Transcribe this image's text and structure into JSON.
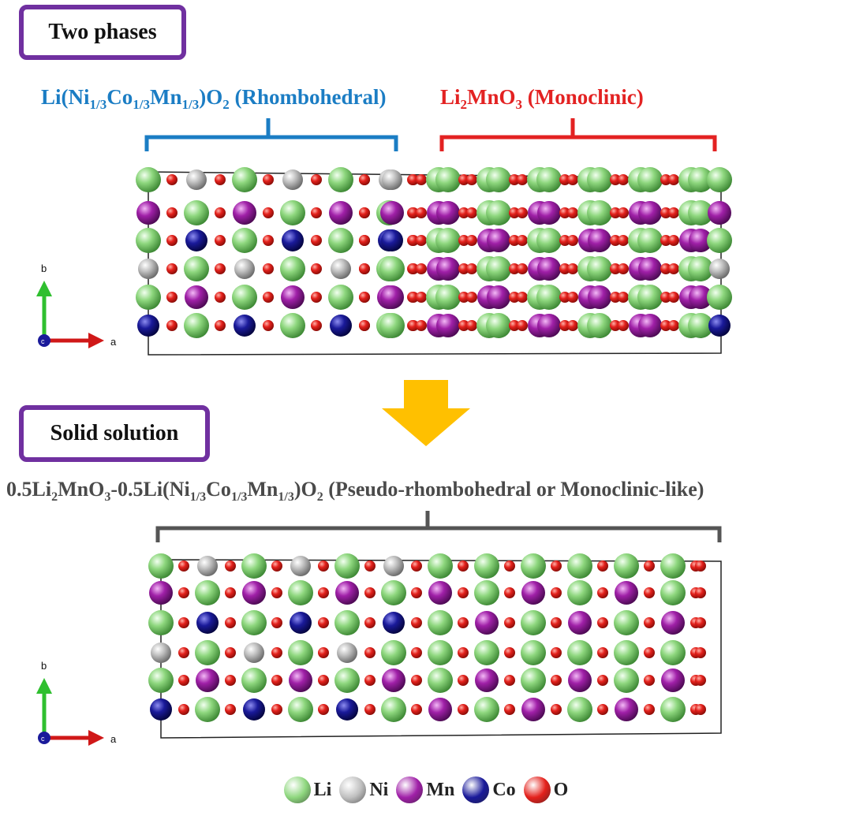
{
  "labels": {
    "two_phases": "Two phases",
    "solid_solution": "Solid solution"
  },
  "rhombohedral": {
    "parts": [
      "Li(Ni",
      "1/3",
      "Co",
      "1/3",
      "Mn",
      "1/3",
      ")O",
      "2",
      " (Rhombohedral)"
    ],
    "color": "#1b7dc4"
  },
  "monoclinic": {
    "parts": [
      "Li",
      "2",
      "MnO",
      "3",
      " (Monoclinic)"
    ],
    "color": "#e32222"
  },
  "solid_formula": {
    "parts": [
      "0.5Li",
      "2",
      "MnO",
      "3",
      "-0.5Li(Ni",
      "1/3",
      "Co",
      "1/3",
      "Mn",
      "1/3",
      ")O",
      "2",
      " (Pseudo-rhombohedral or Monoclinic-like)"
    ],
    "color": "#4a4a4a"
  },
  "axes": {
    "b": "b",
    "a": "a",
    "c": "c"
  },
  "arrow_color": "#ffc000",
  "colors": {
    "Li": "#8ed77e",
    "Ni": "#c0c0c0",
    "Mn": "#a020a8",
    "Co": "#1a1a9a",
    "O": "#e4211c"
  },
  "top_layers": [
    [
      "Li",
      "Ni",
      "Li",
      "Ni",
      "Li",
      "Ni"
    ],
    [
      "Mn",
      "Li",
      "Mn",
      "Li",
      "Mn",
      "Li"
    ],
    [
      "Li",
      "Co",
      "Li",
      "Co",
      "Li",
      "Co"
    ],
    [
      "Ni",
      "Li",
      "Ni",
      "Li",
      "Ni",
      "Li"
    ],
    [
      "Li",
      "Mn",
      "Li",
      "Mn",
      "Li",
      "Mn"
    ],
    [
      "Co",
      "Li",
      "Co",
      "Li",
      "Co",
      "Li"
    ]
  ],
  "bottom_layers": [
    [
      "Li",
      "Ni",
      "Li",
      "Ni",
      "Li",
      "Ni",
      "Li",
      "Li",
      "Li",
      "Li",
      "Li",
      "Li"
    ],
    [
      "Mn",
      "Li",
      "Mn",
      "Li",
      "Mn",
      "Li",
      "Mn",
      "Li",
      "Mn",
      "Li",
      "Mn",
      "Li"
    ],
    [
      "Li",
      "Co",
      "Li",
      "Co",
      "Li",
      "Co",
      "Li",
      "Mn",
      "Li",
      "Mn",
      "Li",
      "Mn"
    ],
    [
      "Ni",
      "Li",
      "Ni",
      "Li",
      "Ni",
      "Li",
      "Li",
      "Li",
      "Li",
      "Li",
      "Li",
      "Li"
    ],
    [
      "Li",
      "Mn",
      "Li",
      "Mn",
      "Li",
      "Mn",
      "Li",
      "Mn",
      "Li",
      "Mn",
      "Li",
      "Mn"
    ],
    [
      "Co",
      "Li",
      "Co",
      "Li",
      "Co",
      "Li",
      "Mn",
      "Li",
      "Mn",
      "Li",
      "Mn",
      "Li"
    ]
  ],
  "legend": [
    {
      "label": "Li",
      "element": "Li"
    },
    {
      "label": "Ni",
      "element": "Ni"
    },
    {
      "label": "Mn",
      "element": "Mn"
    },
    {
      "label": "Co",
      "element": "Co"
    },
    {
      "label": "O",
      "element": "O"
    }
  ]
}
